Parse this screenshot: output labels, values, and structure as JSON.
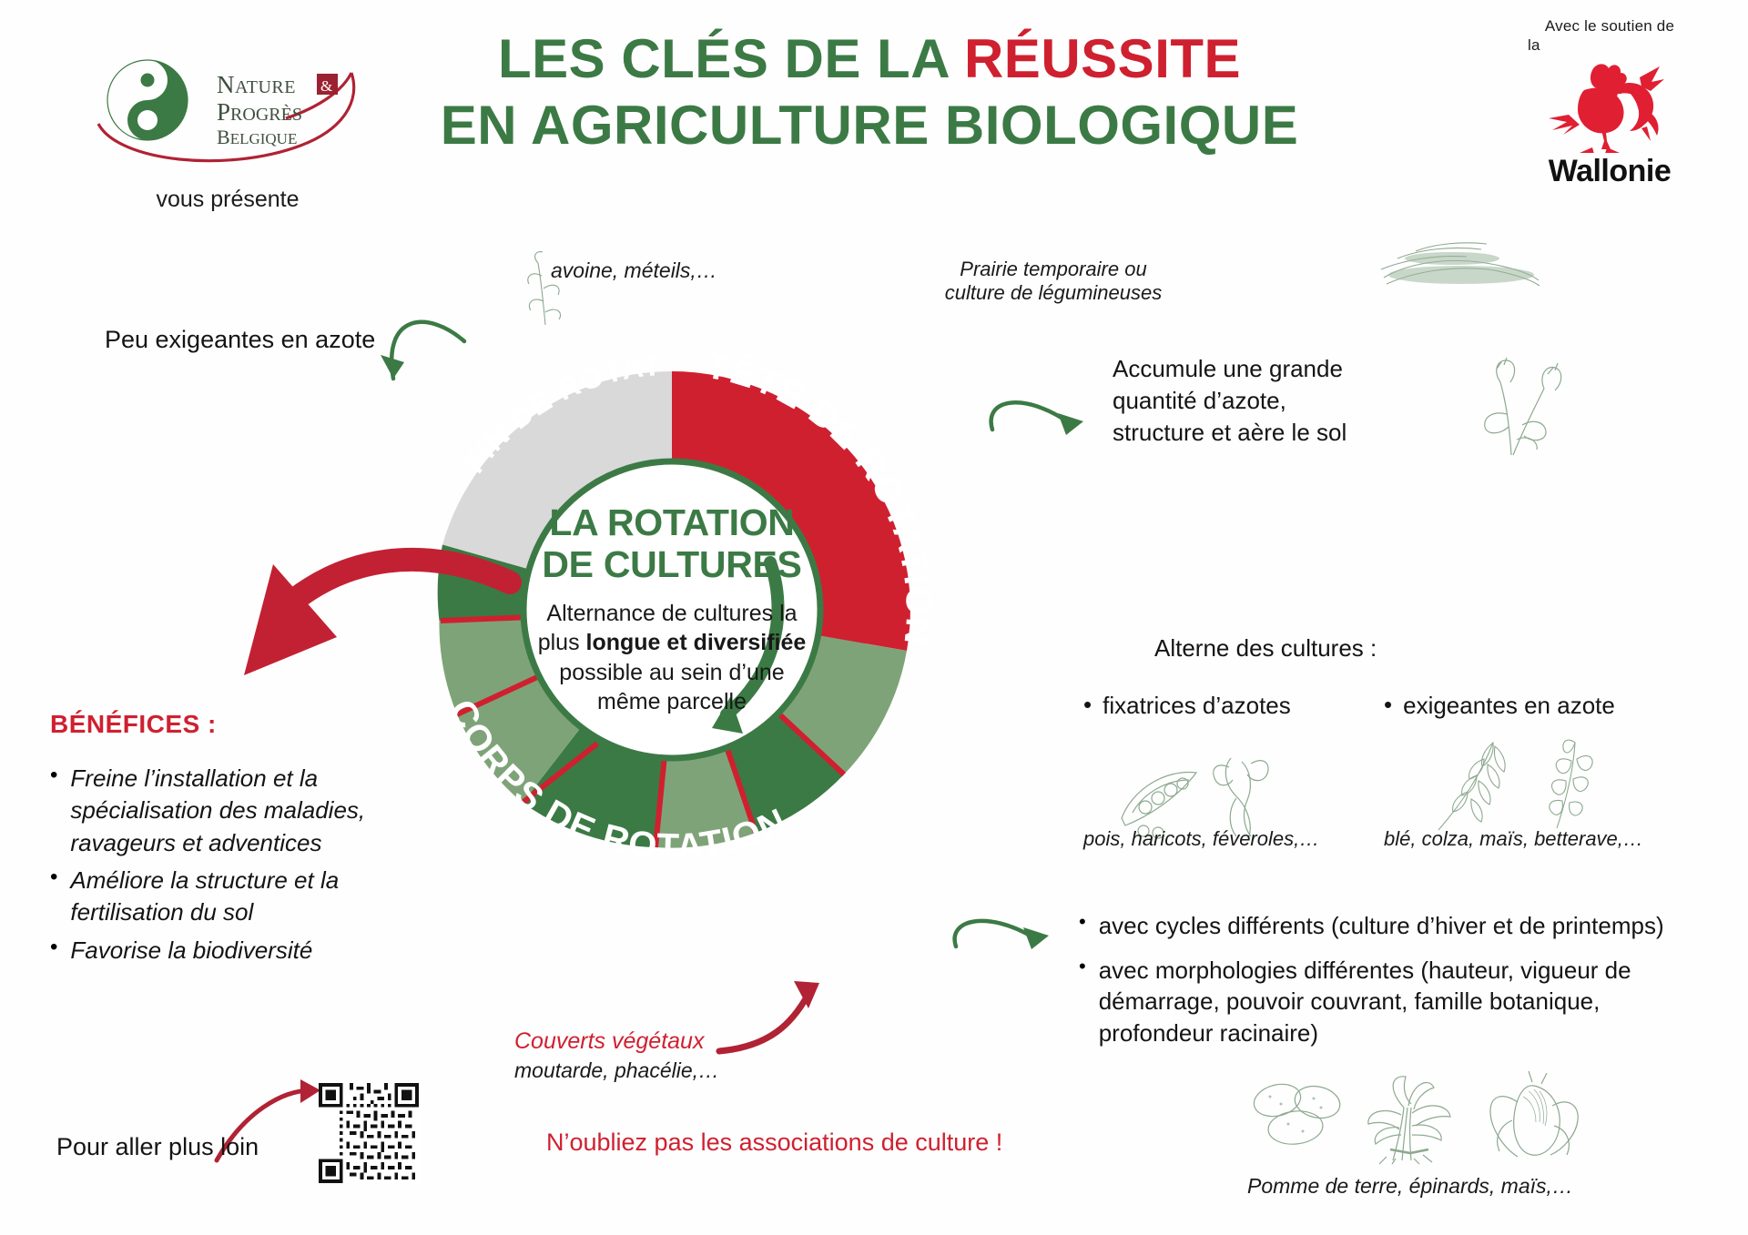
{
  "header": {
    "logo_brand": {
      "line1": "NATURE",
      "amp": "&",
      "line2": "PROGRÈS",
      "line3": "BELGIQUE"
    },
    "presents": "vous présente",
    "title_line1_a": "LES CLÉS DE LA ",
    "title_line1_b": "RÉUSSITE",
    "title_line2": "EN AGRICULTURE BIOLOGIQUE",
    "support_text": "Avec le soutien de",
    "support_text2": "la",
    "support_region": "Wallonie"
  },
  "donut": {
    "center_title_line1": "LA ROTATION",
    "center_title_line2": "DE CULTURES",
    "center_desc_1": "Alternance de cultures la",
    "center_desc_2a": "plus ",
    "center_desc_2b": "longue et diversifiée",
    "center_desc_3": "possible au sein d’une",
    "center_desc_4": "même parcelle",
    "segments": [
      {
        "label": "TÊTE DE ROTATION",
        "color": "#cf2030",
        "start_deg": 0,
        "end_deg": 100
      },
      {
        "label": "CORPS DE ROTATION",
        "color": "#7fa378",
        "start_deg": 100,
        "end_deg": 287
      },
      {
        "label": "FIN DE ROTATION",
        "color": "#d9d9d9",
        "start_deg": 287,
        "end_deg": 360
      }
    ],
    "sub_blocks": [
      {
        "color": "#7fa378",
        "start_deg": 100,
        "end_deg": 136
      },
      {
        "color": "#3b7a44",
        "start_deg": 138,
        "end_deg": 172
      },
      {
        "color": "#7fa378",
        "start_deg": 174,
        "end_deg": 205
      },
      {
        "color": "#3b7a44",
        "start_deg": 207,
        "end_deg": 243
      },
      {
        "color": "#7fa378",
        "start_deg": 245,
        "end_deg": 260
      },
      {
        "color": "#3b7a44",
        "start_deg": 262,
        "end_deg": 287
      }
    ]
  },
  "callouts": {
    "avoine": "avoine, méteils,…",
    "peu_exigeantes": "Peu exigeantes en azote",
    "prairie_l1": "Prairie temporaire ou",
    "prairie_l2": "culture de légumineuses",
    "accumule_l1": "Accumule une grande",
    "accumule_l2": "quantité d’azote,",
    "accumule_l3": "structure et aère le sol",
    "alterne_title": "Alterne des cultures :",
    "couverts_title": "Couverts végétaux",
    "couverts_examples": "moutarde, phacélie,…",
    "associations": "N’oubliez pas les associations de culture !",
    "pour_aller": "Pour aller plus loin",
    "pdt_caption": "Pomme de terre, épinards, maïs,…"
  },
  "alterne_columns": [
    {
      "bullet": "fixatrices d’azotes",
      "caption": "pois, haricots, féveroles,…"
    },
    {
      "bullet": "exigeantes en azote",
      "caption": "blé, colza, maïs, betterave,…"
    }
  ],
  "alterne_bullets": [
    "avec cycles différents (culture d’hiver et de printemps)",
    "avec morphologies différentes (hauteur, vigueur de démarrage, pouvoir couvrant, famille botanique, profondeur racinaire)"
  ],
  "benefices": {
    "title": "BÉNÉFICES :",
    "items": [
      "Freine l’installation et la spécialisation des maladies, ravageurs et adventices",
      "Améliore la structure et la fertilisation du sol",
      "Favorise la biodiversité"
    ]
  },
  "colors": {
    "green": "#3c7a45",
    "dark_green": "#3b7a44",
    "light_green": "#7fa378",
    "red": "#cf2030",
    "grey": "#d9d9d9",
    "sketch": "#7a9b7c"
  },
  "icons": {
    "logo": "nature-progres-logo",
    "rooster": "wallonia-rooster-icon",
    "qr": "qr-code-icon",
    "field": "field-sketch-icon",
    "legume": "legume-plant-sketch-icon",
    "oat": "oat-sprig-sketch-icon",
    "pea": "pea-pod-sketch-icon",
    "wheat": "wheat-sketch-icon",
    "veg": "vegetables-sketch-icon"
  }
}
